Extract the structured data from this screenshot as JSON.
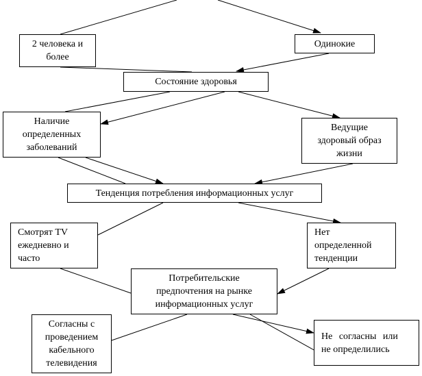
{
  "nodes": {
    "two_or_more": [
      "2 человека и",
      "более"
    ],
    "single": [
      "Одинокие"
    ],
    "health": [
      "Состояние здоровья"
    ],
    "diseases": [
      "Наличие",
      "определенных",
      "заболеваний"
    ],
    "healthy": [
      "Ведущие",
      "здоровый образ",
      "жизни"
    ],
    "tendency": [
      "Тенденция потребления информационных услуг"
    ],
    "watch_tv": [
      "Смотрят TV",
      "ежедневно и",
      "часто"
    ],
    "no_tendency": [
      "Нет",
      "определенной",
      "тенденции"
    ],
    "preferences": [
      "Потребительские",
      "предпочтения на рынке",
      "информационных услуг"
    ],
    "agree": [
      "Согласны с",
      "проведением",
      "кабельного",
      "телевидения"
    ],
    "disagree": [
      "Не согласны или",
      "не определились"
    ]
  }
}
